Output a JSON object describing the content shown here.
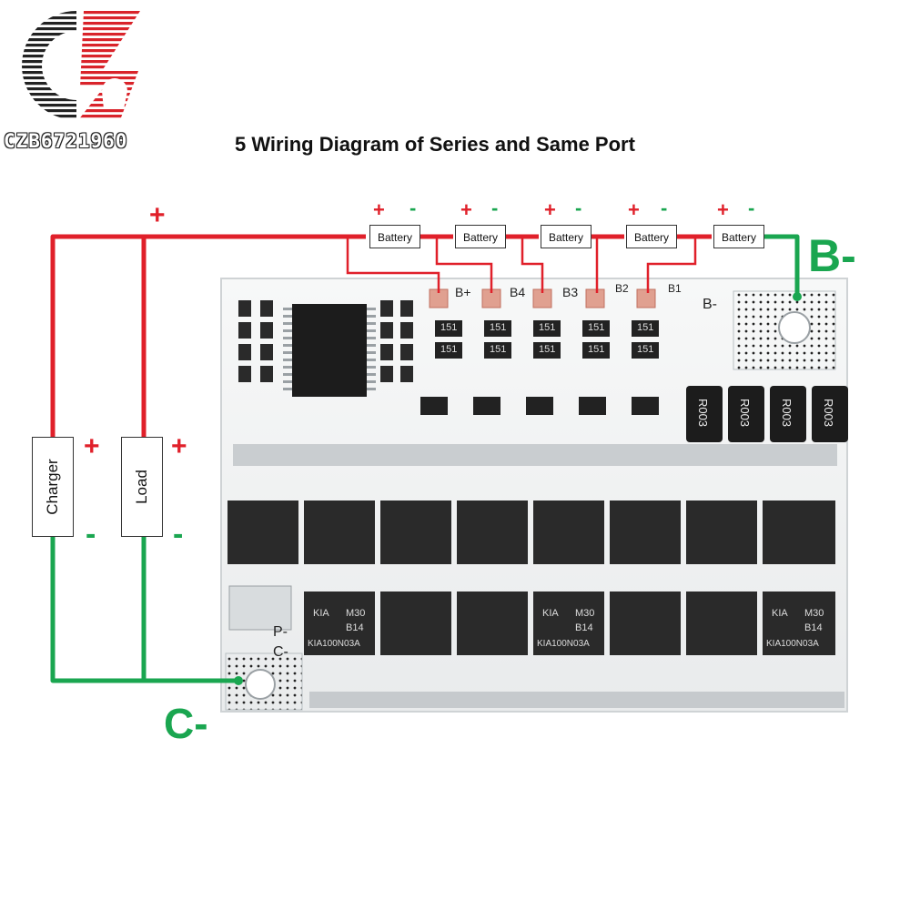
{
  "brand": {
    "logo_text": "CZB6721960"
  },
  "title": "5 Wiring Diagram of Series and Same Port",
  "batteries": [
    {
      "label": "Battery"
    },
    {
      "label": "Battery"
    },
    {
      "label": "Battery"
    },
    {
      "label": "Battery"
    },
    {
      "label": "Battery"
    }
  ],
  "polarity": {
    "plus": "+",
    "minus": "-"
  },
  "devices": {
    "charger": "Charger",
    "load": "Load"
  },
  "terminals": {
    "b_minus_big": "B-",
    "c_minus_big": "C-"
  },
  "board_labels": {
    "b_plus": "B+",
    "b4": "B4",
    "b3": "B3",
    "b2": "B2",
    "b1": "B1",
    "b_minus": "B-",
    "p_minus": "P-",
    "c_minus": "C-"
  },
  "components": {
    "resistor_code": "151",
    "shunt_code": "R003",
    "mosfet_line1": "KIA",
    "mosfet_line2": "M30",
    "mosfet_line3": "B14",
    "mosfet_part": "KIA100N03A"
  },
  "colors": {
    "wire_positive": "#e0202a",
    "wire_negative": "#1aa650",
    "pcb": "#f3f4f4",
    "mosfet": "#2a2a2a"
  }
}
